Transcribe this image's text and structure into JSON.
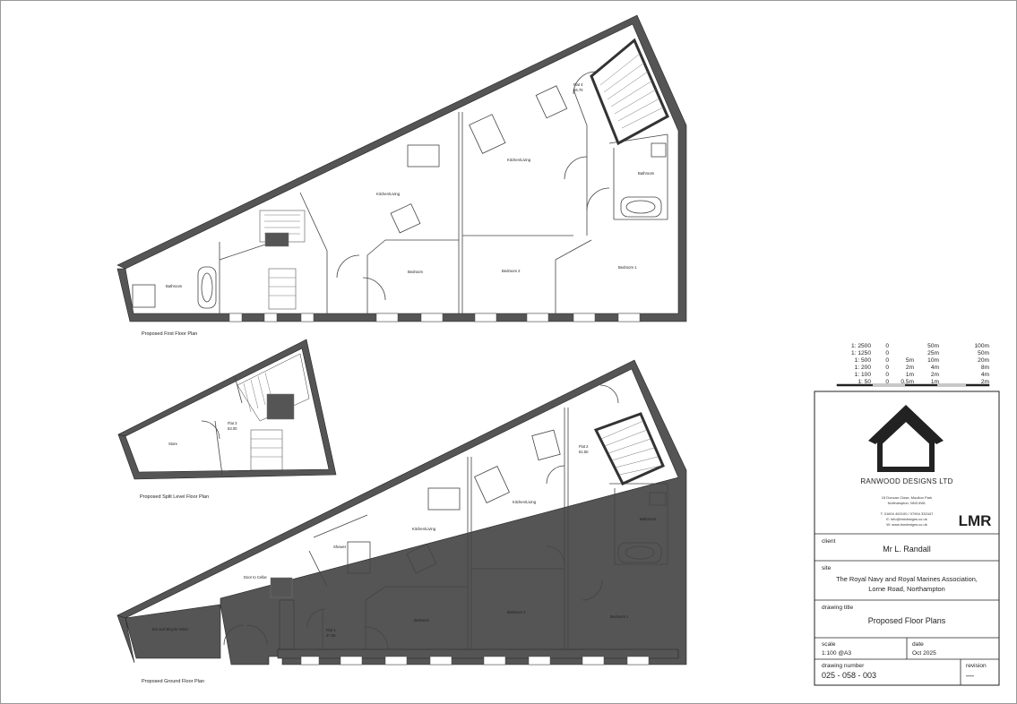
{
  "plans": {
    "first": {
      "caption": "Proposed First Floor Plan",
      "rooms": [
        "Bathroom",
        "Kitchen/Living",
        "Bedroom",
        "Kitchen/Living",
        "Bedroom 2",
        "Bedroom 1",
        "Bathroom"
      ],
      "flat_label": "Flat 4",
      "flat_area": "66.70"
    },
    "split": {
      "caption": "Proposed Split Level Floor Plan",
      "rooms": [
        "Store"
      ],
      "flat_label": "Flat 3",
      "flat_area": "53.00"
    },
    "ground": {
      "caption": "Proposed Ground Floor Plan",
      "rooms": [
        "Bin and Bicycle Store",
        "Door to Cellar",
        "Shower",
        "Kitchen/Living",
        "Bedroom",
        "Kitchen/Living",
        "Bedroom 2",
        "Bedroom 1",
        "Bathroom"
      ],
      "flat1_label": "Flat 1",
      "flat1_area": "37.00",
      "flat2_label": "Flat 2",
      "flat2_area": "61.50"
    }
  },
  "scale_table": [
    [
      "1: 2500",
      "0",
      "",
      "50m",
      "100m"
    ],
    [
      "1: 1250",
      "0",
      "",
      "25m",
      "50m"
    ],
    [
      "1: 500",
      "0",
      "5m",
      "10m",
      "20m"
    ],
    [
      "1: 200",
      "0",
      "2m",
      "4m",
      "8m"
    ],
    [
      "1: 100",
      "0",
      "1m",
      "2m",
      "4m"
    ],
    [
      "1: 50",
      "0",
      "0.5m",
      "1m",
      "2m"
    ]
  ],
  "title_block": {
    "company": "RANWOOD DESIGNS LTD",
    "address_lines": [
      "15 Duncan Close, Moulton Park",
      "Northampton, NN3 6WL",
      "T: 01604 492100 / 07904 332447",
      "E: info@lmrdesigns.co.uk",
      "W: www.lmrdesigns.co.uk"
    ],
    "partner_logo": "LMR",
    "client_label": "client",
    "client": "Mr L. Randall",
    "site_label": "site",
    "site_lines": [
      "The Royal Navy and Royal Marines Association,",
      "Lorne Road, Northampton"
    ],
    "drawing_title_label": "drawing title",
    "drawing_title": "Proposed Floor Plans",
    "scale_label": "scale",
    "scale": "1:100 @A3",
    "date_label": "date",
    "date": "Oct 2025",
    "drawing_number_label": "drawing number",
    "drawing_number": "025 - 058 - 003",
    "revision_label": "revision",
    "revision": "—"
  }
}
